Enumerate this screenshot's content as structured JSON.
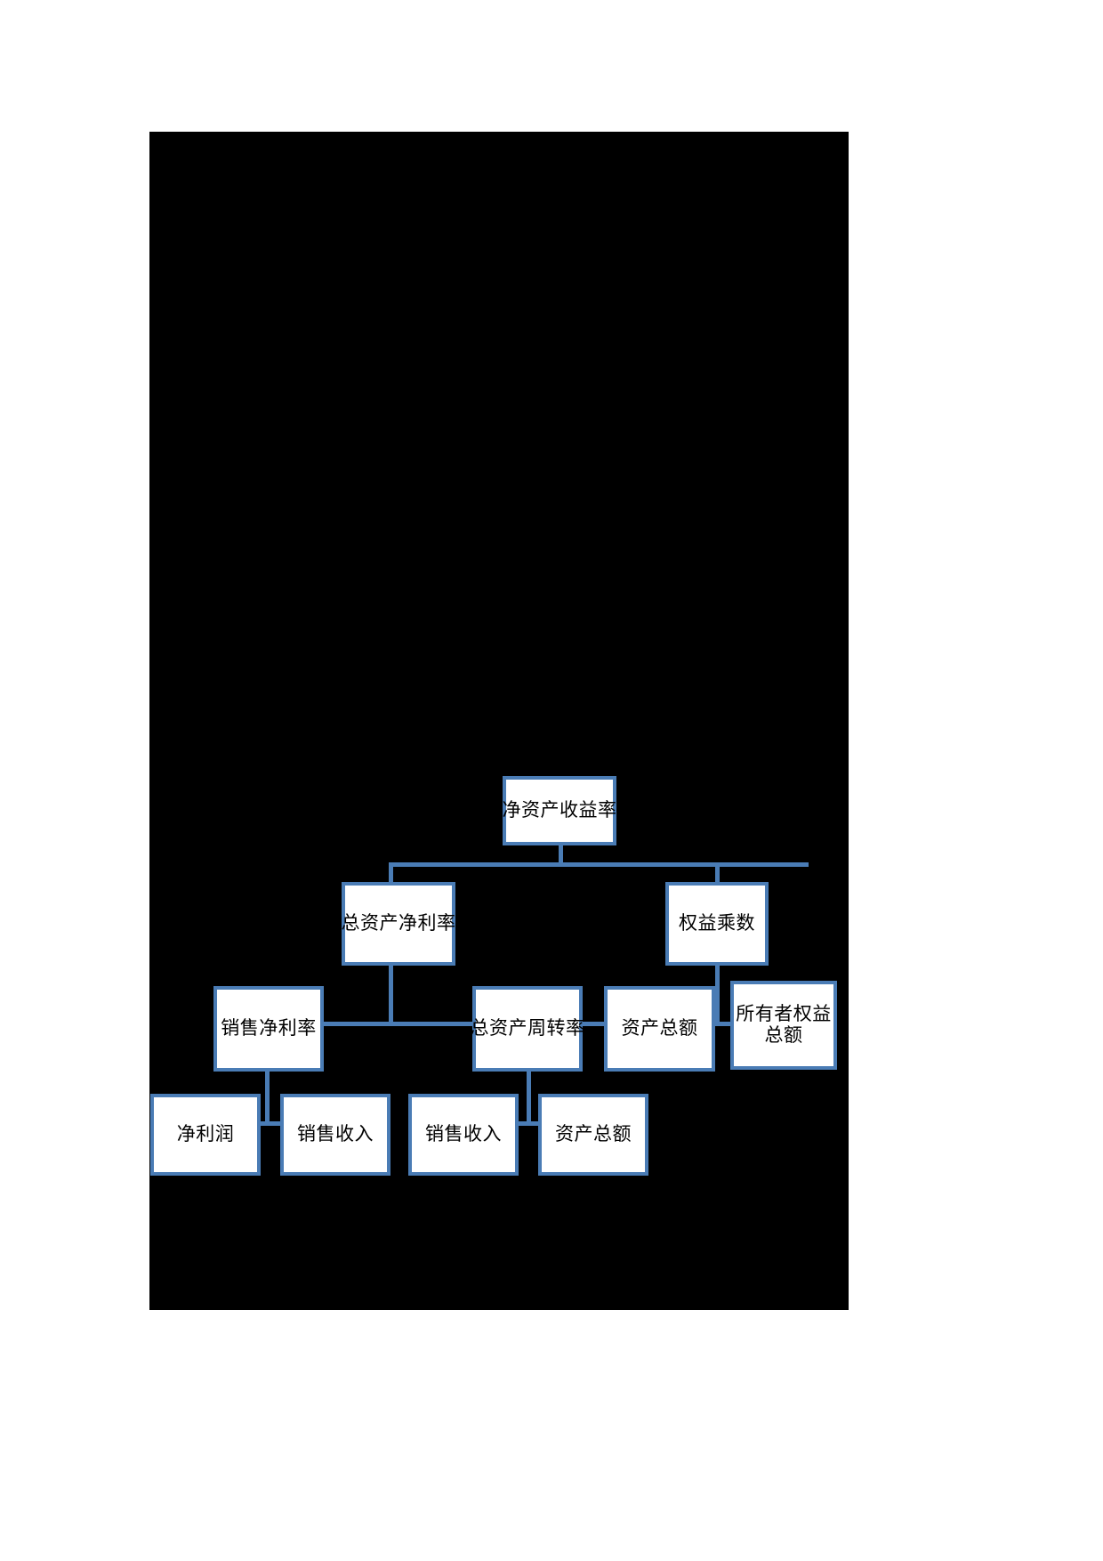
{
  "document": {
    "page_background": "#ffffff",
    "canvas_background": "#000000",
    "node_border_color": "#4a7cb5",
    "node_fill_color": "#ffffff",
    "connector_color": "#4a7cb5"
  },
  "chart_data": {
    "type": "diagram",
    "title": "",
    "layout": "tree",
    "nodes": [
      {
        "id": "roe",
        "label": "净资产收益率",
        "level": 0
      },
      {
        "id": "roa",
        "label": "总资产净利率",
        "level": 1
      },
      {
        "id": "equity_mult",
        "label": "权益乘数",
        "level": 1
      },
      {
        "id": "net_margin",
        "label": "销售净利率",
        "level": 2
      },
      {
        "id": "asset_turnover",
        "label": "总资产周转率",
        "level": 2
      },
      {
        "id": "total_assets_1",
        "label": "资产总额",
        "level": 2
      },
      {
        "id": "owners_equity",
        "label": "所有者权益总额",
        "level": 2
      },
      {
        "id": "net_profit",
        "label": "净利润",
        "level": 3
      },
      {
        "id": "revenue_1",
        "label": "销售收入",
        "level": 3
      },
      {
        "id": "revenue_2",
        "label": "销售收入",
        "level": 3
      },
      {
        "id": "total_assets_2",
        "label": "资产总额",
        "level": 3
      }
    ],
    "edges": [
      {
        "from": "roe",
        "to": "roa"
      },
      {
        "from": "roe",
        "to": "equity_mult"
      },
      {
        "from": "roa",
        "to": "net_margin"
      },
      {
        "from": "roa",
        "to": "asset_turnover"
      },
      {
        "from": "equity_mult",
        "to": "total_assets_1"
      },
      {
        "from": "equity_mult",
        "to": "owners_equity"
      },
      {
        "from": "net_margin",
        "to": "net_profit"
      },
      {
        "from": "net_margin",
        "to": "revenue_1"
      },
      {
        "from": "asset_turnover",
        "to": "revenue_2"
      },
      {
        "from": "asset_turnover",
        "to": "total_assets_2"
      }
    ]
  }
}
